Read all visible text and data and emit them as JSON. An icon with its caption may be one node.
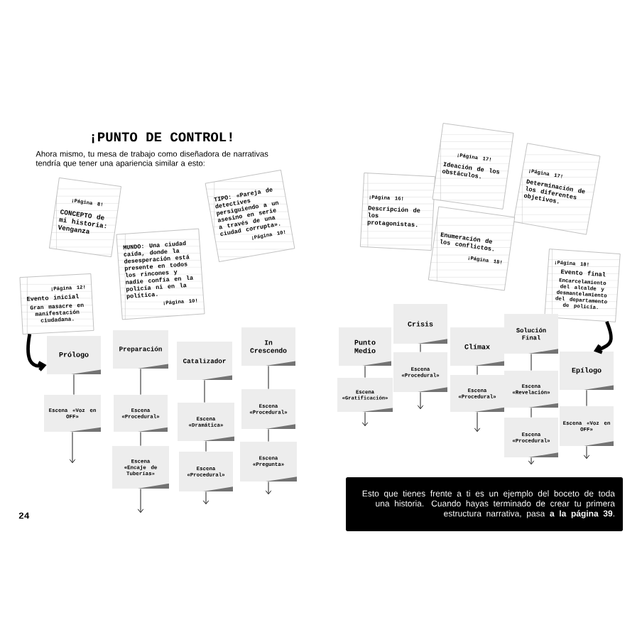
{
  "diagram": {
    "title": "¡PUNTO DE CONTROL!",
    "nodes": [
      {
        "text": [
          "¡Página 8!",
          "CONCEPTO de mi historia: Venganza"
        ]
      },
      {
        "text": [
          "MUNDO: Una ciudad caída, donde la desesperación está presente en todos los rincones y nadie confía en la policía ni en la política.",
          "¡Página 10!"
        ]
      },
      {
        "text": [
          "TIPO: «Pareja de detectives persiguiendo a un asesino en serie a través de una ciudad corrupta».",
          "¡Página 10!"
        ]
      },
      {
        "text": [
          "¡Página 12!",
          "Evento inicial",
          "Gran masacre en manifestación ciudadana."
        ]
      },
      {
        "text": [
          "Prólogo"
        ]
      },
      {
        "text": [
          "Preparación"
        ]
      },
      {
        "text": [
          "Catalizador"
        ]
      },
      {
        "text": [
          "In Crescendo"
        ]
      },
      {
        "text": [
          "Escena «Voz en OFF»"
        ]
      },
      {
        "text": [
          "Escena «Procedural»"
        ]
      },
      {
        "text": [
          "Escena «Dramática»"
        ]
      },
      {
        "text": [
          "Escena «Procedural»"
        ]
      },
      {
        "text": [
          "Escena «Encaje de Tuberías»"
        ]
      },
      {
        "text": [
          "Escena «Procedural»"
        ]
      },
      {
        "text": [
          "Escena «Pregunta»"
        ]
      },
      {
        "text": [
          "¡Página 16!",
          "Descripción de los protagonistas."
        ]
      },
      {
        "text": [
          "¡Página 17!",
          "Ideación de los obstáculos."
        ]
      },
      {
        "text": [
          "¡Página 17!",
          "Determinación de los diferentes objetivos."
        ]
      },
      {
        "text": [
          "Enumeración de los conflictos.",
          "¡Página 18!"
        ]
      },
      {
        "text": [
          "¡Página 18!",
          "Evento final",
          "Encarcelamiento del alcalde y desmantelamiento del departamento de policía."
        ]
      },
      {
        "text": [
          "Punto Medio"
        ]
      },
      {
        "text": [
          "Crisis"
        ]
      },
      {
        "text": [
          "Clímax"
        ]
      },
      {
        "text": [
          "Solución Final"
        ]
      },
      {
        "text": [
          "Epílogo"
        ]
      },
      {
        "text": [
          "Escena «Gratificación»"
        ]
      },
      {
        "text": [
          "Escena «Procedural»"
        ]
      },
      {
        "text": [
          "Escena «Procedural»"
        ]
      },
      {
        "text": [
          "Escena «Revelación»"
        ]
      },
      {
        "text": [
          "Escena «Voz en OFF»"
        ]
      },
      {
        "text": [
          "Escena «Procedural»"
        ]
      },
      {
        "text": [
          "Esto que tienes frente a ti es un ejemplo del boceto de toda una historia. Cuando hayas terminado de crear tu primera estructura narrativa, pasa **a la página 39**."
        ]
      }
    ],
    "edges": [
      {
        "from": 3,
        "to": 4,
        "arrow": "to",
        "style": "thick"
      },
      {
        "from": 4,
        "to": 8,
        "arrow": "none"
      },
      {
        "from": 8,
        "to": null,
        "arrow": "to"
      },
      {
        "from": 5,
        "to": 9,
        "arrow": "none"
      },
      {
        "from": 9,
        "to": 12,
        "arrow": "none"
      },
      {
        "from": 12,
        "to": null,
        "arrow": "to"
      },
      {
        "from": 6,
        "to": 10,
        "arrow": "none"
      },
      {
        "from": 10,
        "to": 13,
        "arrow": "none"
      },
      {
        "from": 13,
        "to": null,
        "arrow": "to"
      },
      {
        "from": 7,
        "to": 11,
        "arrow": "none"
      },
      {
        "from": 11,
        "to": 14,
        "arrow": "none"
      },
      {
        "from": 14,
        "to": null,
        "arrow": "to"
      },
      {
        "from": 19,
        "to": 24,
        "arrow": "to",
        "style": "thick"
      },
      {
        "from": 20,
        "to": 25,
        "arrow": "none"
      },
      {
        "from": 25,
        "to": null,
        "arrow": "to"
      },
      {
        "from": 21,
        "to": 26,
        "arrow": "none"
      },
      {
        "from": 26,
        "to": null,
        "arrow": "to"
      },
      {
        "from": 22,
        "to": 27,
        "arrow": "none"
      },
      {
        "from": 27,
        "to": null,
        "arrow": "to"
      },
      {
        "from": 23,
        "to": 28,
        "arrow": "none"
      },
      {
        "from": 28,
        "to": 30,
        "arrow": "none"
      },
      {
        "from": 30,
        "to": null,
        "arrow": "to"
      },
      {
        "from": 24,
        "to": 29,
        "arrow": "none"
      },
      {
        "from": 29,
        "to": null,
        "arrow": "to"
      }
    ],
    "labels": [
      "Ahora mismo, tu mesa de trabajo como diseñadora de narrativas tendría que tener una apariencia similar a esto:",
      "24"
    ]
  }
}
